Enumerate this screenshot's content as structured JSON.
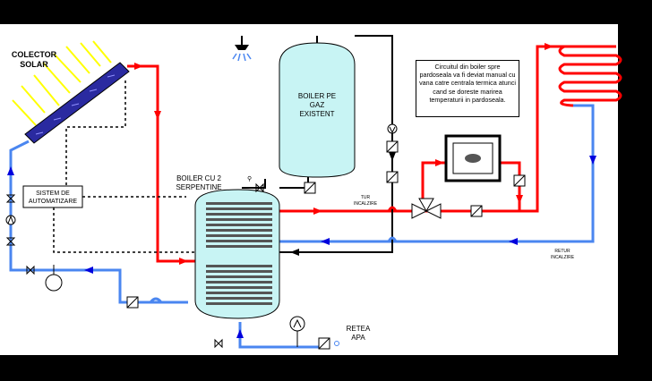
{
  "labels": {
    "collector": [
      "COLECTOR",
      "SOLAR"
    ],
    "automation": [
      "SISTEM DE",
      "AUTOMATIZARE"
    ],
    "gas_boiler": [
      "BOILER PE",
      "GAZ",
      "EXISTENT"
    ],
    "boiler2": [
      "BOILER CU 2",
      "SERPENTINE"
    ],
    "tur": [
      "TUR",
      "INCALZIRE"
    ],
    "retur": [
      "RETUR",
      "INCALZIRE"
    ],
    "retea": [
      "RETEA",
      "APA"
    ]
  },
  "note": "Circuitul din boiler spre pardoseala va fi deviat manual cu vana catre centrala termica atunci cand se doreste marirea temperaturii in pardoseala.",
  "colors": {
    "background": "#ffffff",
    "hot": "#ff0000",
    "cold": "#4a86f0",
    "arrow_blue": "#0000dd",
    "tank": "#c8f4f4",
    "collector": "#2a2aa0",
    "sun": "#ffff00"
  }
}
